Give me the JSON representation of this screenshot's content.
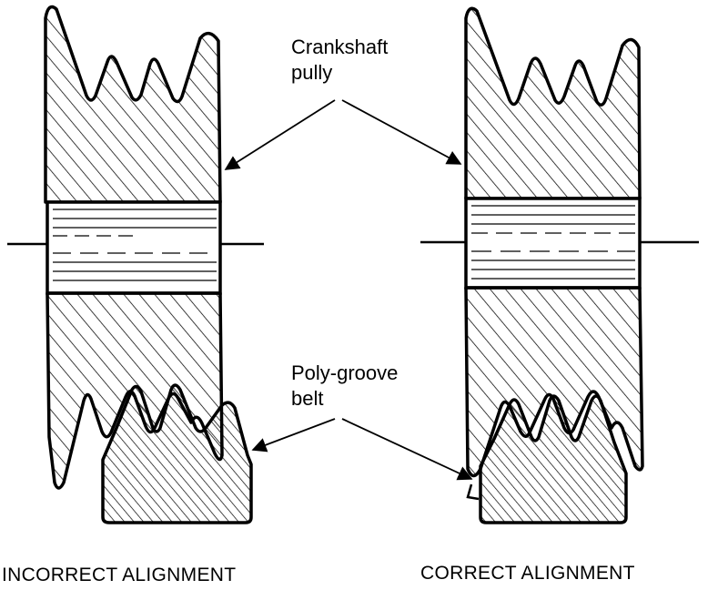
{
  "labels": {
    "crankshaft": [
      "Crankshaft",
      "pully"
    ],
    "belt": [
      "Poly-groove",
      "belt"
    ]
  },
  "captions": {
    "incorrect": "INCORRECT ALIGNMENT",
    "correct": "CORRECT ALIGNMENT"
  },
  "colors": {
    "ink": "#000000",
    "paper": "#ffffff"
  }
}
